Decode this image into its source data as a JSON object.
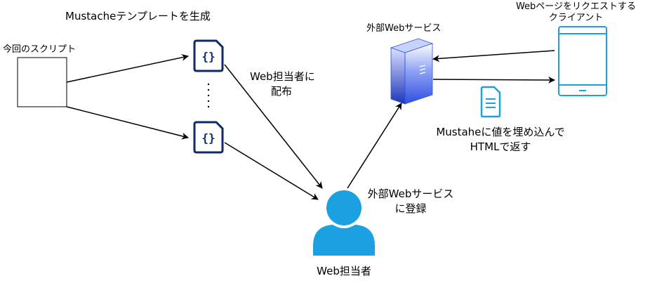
{
  "labels": {
    "template_generation": "Mustacheテンプレートを生成",
    "this_script": "今回のスクリプト",
    "distribute_line1": "Web担当者に",
    "distribute_line2": "配布",
    "external_service": "外部Webサービス",
    "client_line1": "Webページをリクエストする",
    "client_line2": "クライアント",
    "render_line1": "Mustaheに値を埋め込んで",
    "render_line2": "HTMLで返す",
    "register_line1": "外部Webサービス",
    "register_line2": "に登録",
    "web_person": "Web担当者"
  },
  "icons": {
    "template_file": "curly-braces-file-icon",
    "server": "server-icon",
    "client": "tablet-icon",
    "document": "document-icon",
    "person": "user-icon",
    "ellipsis": "vertical-dots"
  },
  "colors": {
    "navy": "#0f2a6b",
    "server_blue": "#2f4fe0",
    "light_blue": "#1ba1e2",
    "person_blue": "#1ba1e2"
  }
}
